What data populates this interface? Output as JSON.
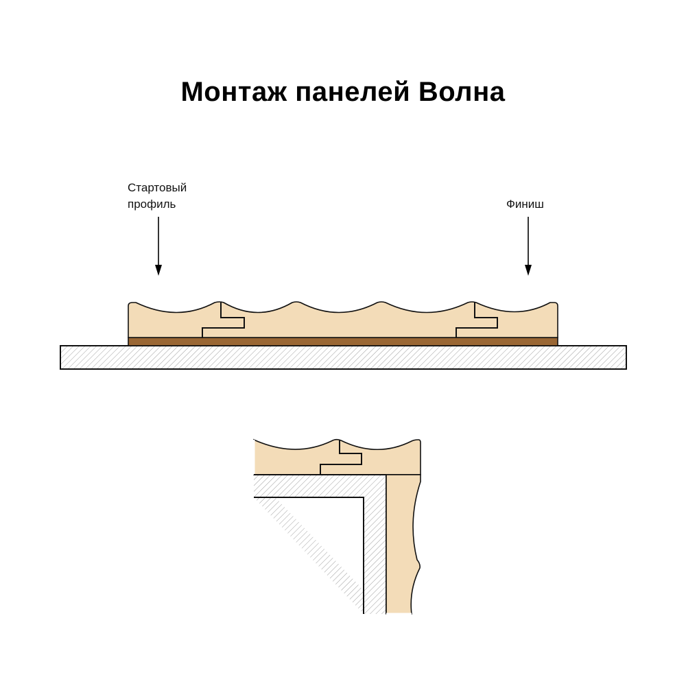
{
  "title": "Монтаж панелей Волна",
  "labels": {
    "start_line1": "Стартовый",
    "start_line2": "профиль",
    "finish": "Финиш"
  },
  "colors": {
    "panel_fill": "#f3dcb8",
    "strip_fill": "#9a6734",
    "hatch": "#9a9a9a",
    "outline": "#111111"
  },
  "views": [
    {
      "name": "front-section",
      "description": "Wave panels mounted on wall with starter and finish profiles"
    },
    {
      "name": "corner-section",
      "description": "Wave panels meeting at an outside wall corner"
    }
  ]
}
